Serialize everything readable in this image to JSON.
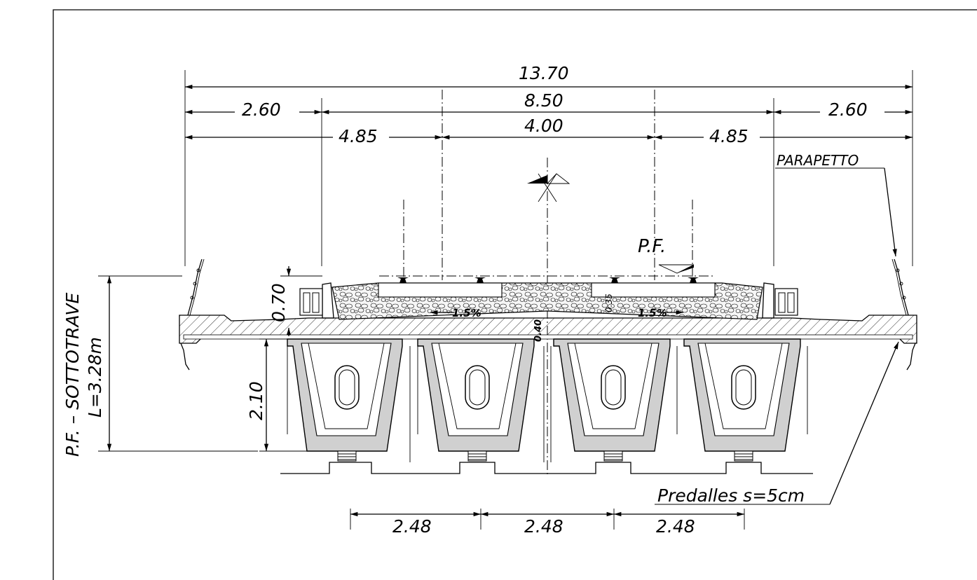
{
  "drawing": {
    "dimensions": {
      "total_width": "13.70",
      "left_cantilever": "2.60",
      "deck_width": "8.50",
      "right_cantilever": "2.60",
      "left_to_track": "4.85",
      "track_spacing": "4.00",
      "track_to_right": "4.85",
      "beam_spacing_1": "2.48",
      "beam_spacing_2": "2.48",
      "beam_spacing_3": "2.48",
      "slab_thickness": "0.70",
      "beam_height": "2.10",
      "center_thickness": "0.40",
      "ballast_depth": "0.35"
    },
    "labels": {
      "parapet": "PARAPETTO",
      "rail_level": "P.F.",
      "slope_left": "1.5%",
      "slope_right": "1.5%",
      "clearance_line1": "P.F. – SOTTOTRAVE",
      "clearance_line2": "L=3.28m",
      "predalles": "Predalles  s=5cm"
    }
  }
}
